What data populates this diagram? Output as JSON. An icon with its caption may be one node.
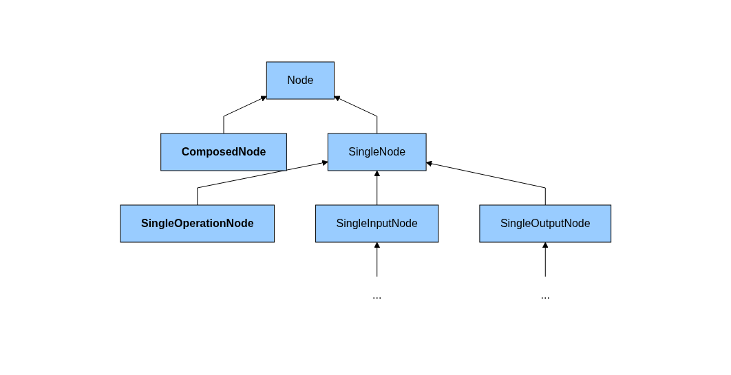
{
  "diagram": {
    "nodes": [
      {
        "text": [
          "Node"
        ]
      },
      {
        "text": [
          "ComposedNode"
        ]
      },
      {
        "text": [
          "SingleNode"
        ]
      },
      {
        "text": [
          "SingleOperationNode"
        ]
      },
      {
        "text": [
          "SingleInputNode"
        ]
      },
      {
        "text": [
          "SingleOutputNode"
        ]
      },
      {
        "text": [
          "..."
        ]
      },
      {
        "text": [
          "..."
        ]
      }
    ],
    "edges": [
      {
        "from": 1,
        "to": 0,
        "arrow": "to"
      },
      {
        "from": 2,
        "to": 0,
        "arrow": "to"
      },
      {
        "from": 3,
        "to": 2,
        "arrow": "to"
      },
      {
        "from": 4,
        "to": 2,
        "arrow": "to"
      },
      {
        "from": 5,
        "to": 2,
        "arrow": "to"
      },
      {
        "from": 6,
        "to": 4,
        "arrow": "to"
      },
      {
        "from": 7,
        "to": 5,
        "arrow": "to"
      }
    ]
  }
}
